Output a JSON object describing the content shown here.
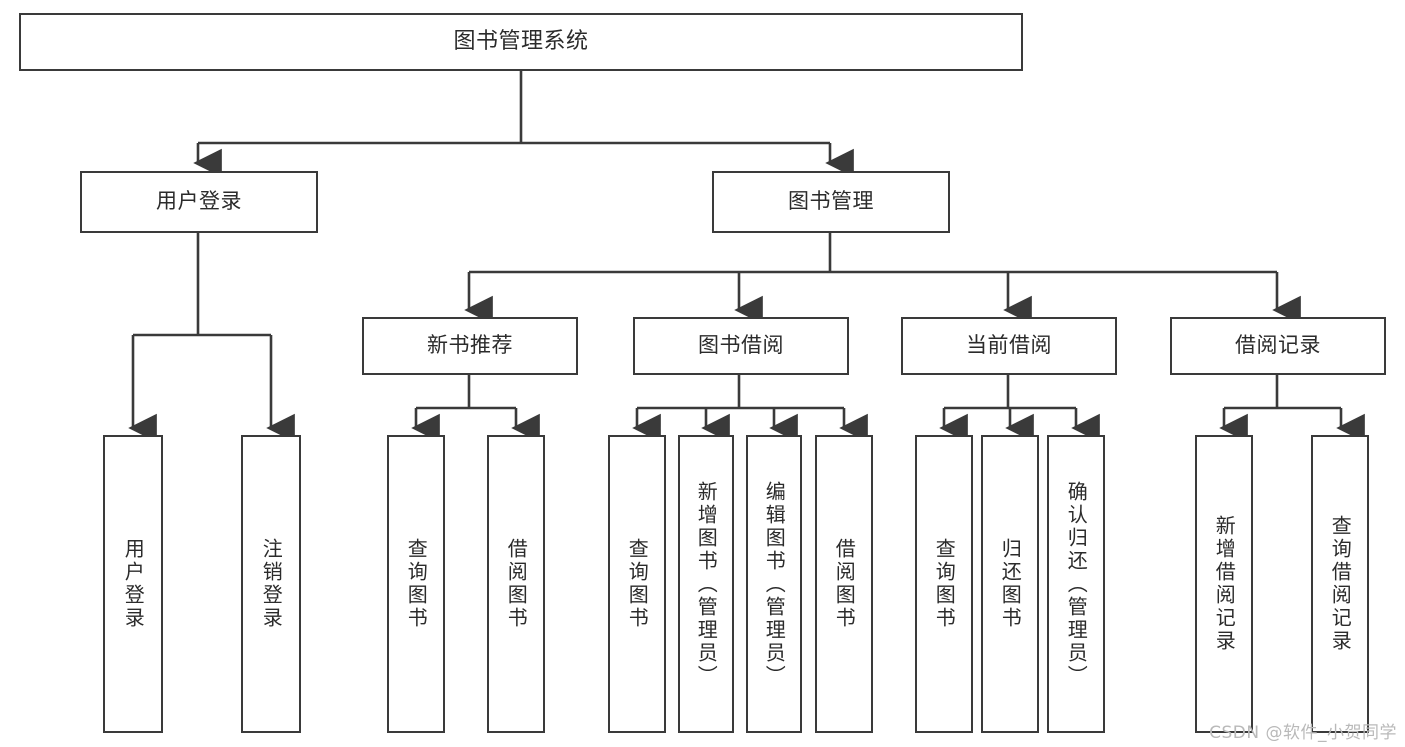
{
  "diagram": {
    "type": "hierarchy-tree",
    "root": {
      "id": "root",
      "label": "图书管理系统"
    },
    "level2": [
      {
        "id": "user-login",
        "label": "用户登录"
      },
      {
        "id": "book-manage",
        "label": "图书管理"
      }
    ],
    "level3": [
      {
        "id": "new-book-recommend",
        "label": "新书推荐"
      },
      {
        "id": "book-borrow",
        "label": "图书借阅"
      },
      {
        "id": "current-borrow",
        "label": "当前借阅"
      },
      {
        "id": "borrow-record",
        "label": "借阅记录"
      }
    ],
    "leaves": {
      "user_login": [
        {
          "id": "leaf-user-login",
          "label": "用户登录"
        },
        {
          "id": "leaf-logout",
          "label": "注销登录"
        }
      ],
      "new_book_recommend": [
        {
          "id": "leaf-query-book-1",
          "label": "查询图书"
        },
        {
          "id": "leaf-borrow-book-1",
          "label": "借阅图书"
        }
      ],
      "book_borrow": [
        {
          "id": "leaf-query-book-2",
          "label": "查询图书"
        },
        {
          "id": "leaf-add-book",
          "label": "新增图书（管理员）"
        },
        {
          "id": "leaf-edit-book",
          "label": "编辑图书（管理员）"
        },
        {
          "id": "leaf-borrow-book-2",
          "label": "借阅图书"
        }
      ],
      "current_borrow": [
        {
          "id": "leaf-query-book-3",
          "label": "查询图书"
        },
        {
          "id": "leaf-return-book",
          "label": "归还图书"
        },
        {
          "id": "leaf-confirm-return",
          "label": "确认归还（管理员）"
        }
      ],
      "borrow_record": [
        {
          "id": "leaf-add-record",
          "label": "新增借阅记录"
        },
        {
          "id": "leaf-query-record",
          "label": "查询借阅记录"
        }
      ]
    }
  },
  "watermark": {
    "text": "CSDN @软件_小贺同学"
  },
  "colors": {
    "background": "#ffffff",
    "border": "#3a3a3a",
    "text": "#2b2b2b",
    "watermark": "#b9b9b9"
  }
}
